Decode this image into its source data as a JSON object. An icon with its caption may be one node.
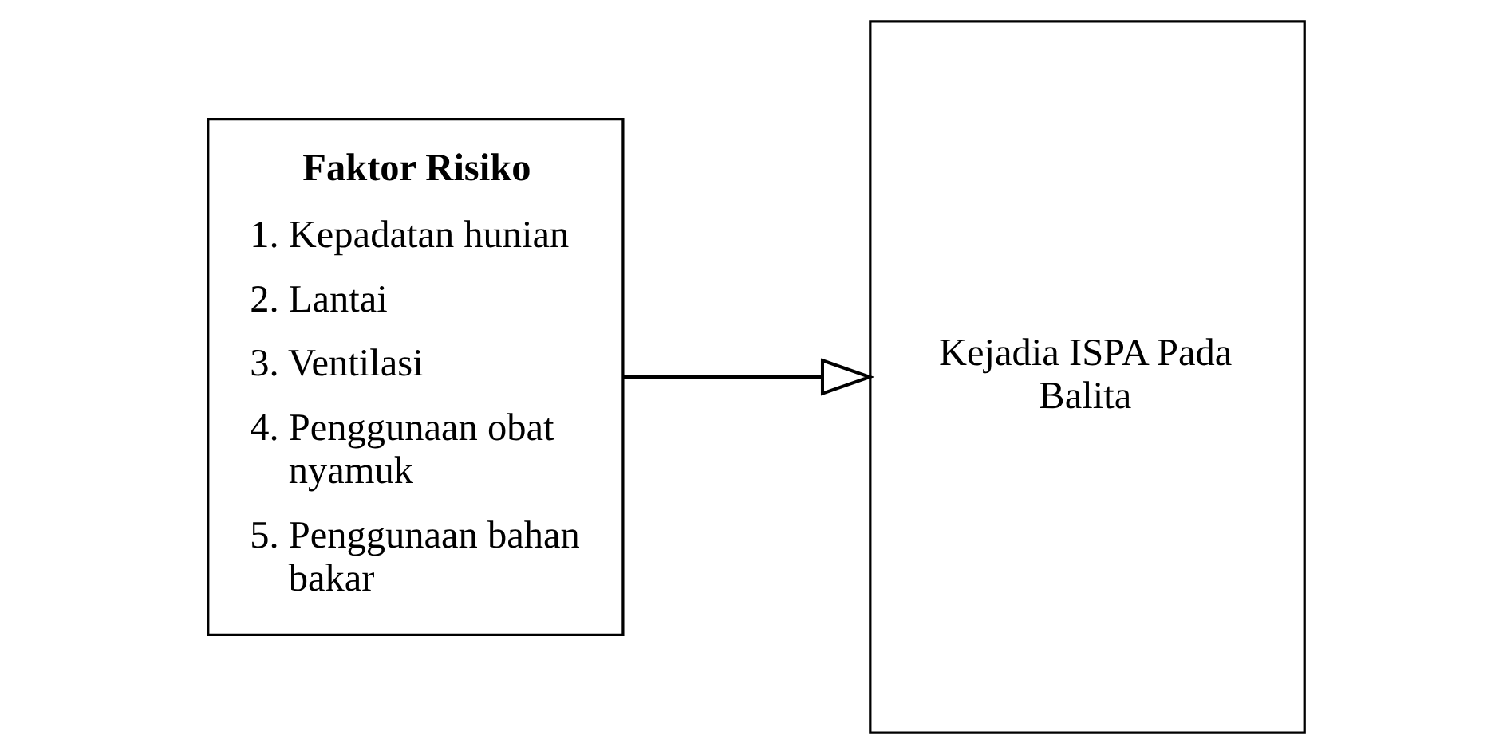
{
  "diagram": {
    "nodes": [
      {
        "text": [
          "Faktor Risiko",
          "1. Kepadatan hunian",
          "2. Lantai",
          "3. Ventilasi",
          "4. Penggunaan obat nyamuk",
          "5. Penggunaan bahan bakar"
        ]
      },
      {
        "text": [
          "Kejadia ISPA Pada Balita"
        ]
      }
    ],
    "edges": [
      {
        "from": 0,
        "to": 1,
        "arrow": "to"
      }
    ]
  }
}
